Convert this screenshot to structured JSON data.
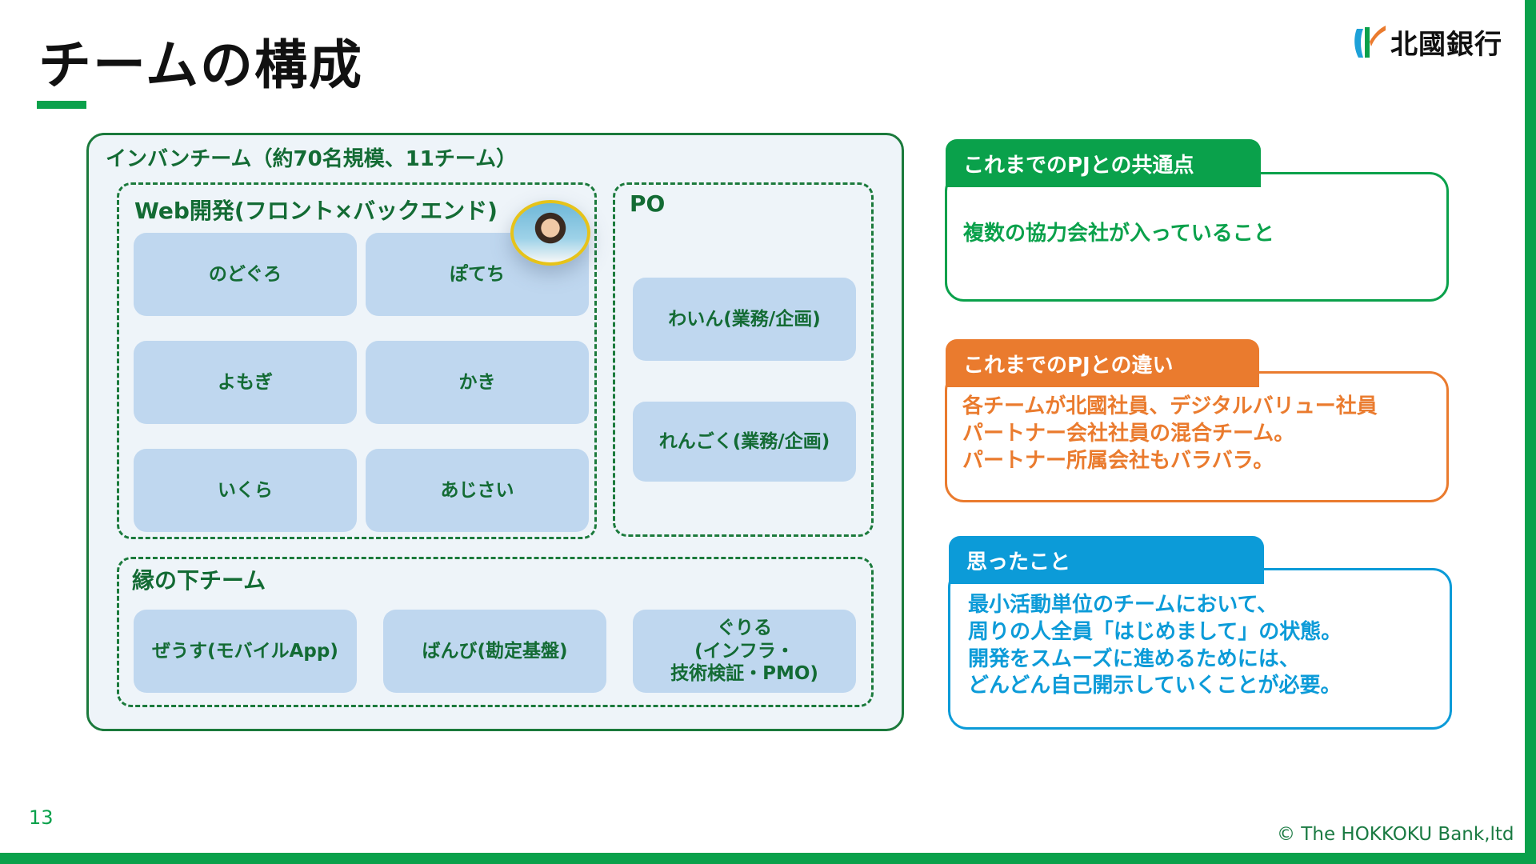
{
  "header": {
    "title": "チームの構成",
    "logo_text": "北國銀行",
    "logo_icon": "hokkoku-bank-logo-icon"
  },
  "team": {
    "title": "インバンチーム（約70名規模、11チーム）",
    "web": {
      "label": "Web開発(フロント×バックエンド)",
      "cards": [
        "のどぐろ",
        "ぽてち",
        "よもぎ",
        "かき",
        "いくら",
        "あじさい"
      ]
    },
    "po": {
      "label": "PO",
      "cards": [
        "わいん(業務/企画)",
        "れんごく(業務/企画)"
      ]
    },
    "engawa": {
      "label": "縁の下チーム",
      "cards": [
        "ぜうす(モバイルApp)",
        "ばんび(勘定基盤)",
        "ぐりる\n(インフラ・\n技術検証・PMO)"
      ]
    }
  },
  "info": {
    "common": {
      "tab": "これまでのPJとの共通点",
      "text": "複数の協力会社が入っていること"
    },
    "diff": {
      "tab": "これまでのPJとの違い",
      "text": "各チームが北國社員、デジタルバリュー社員\nパートナー会社社員の混合チーム。\nパートナー所属会社もバラバラ。"
    },
    "thoughts": {
      "tab": "思ったこと",
      "text": "最小活動単位のチームにおいて、\n周りの人全員「はじめまして」の状態。\n開発をスムーズに進めるためには、\nどんどん自己開示していくことが必要。"
    }
  },
  "footer": {
    "page_number": "13",
    "copyright": "© The HOKKOKU Bank,ltd"
  },
  "colors": {
    "brand_green": "#0aa14b",
    "accent_orange": "#ea7b2e",
    "accent_blue": "#0c9bd8",
    "card_blue": "#bfd7ef",
    "team_text_green": "#136b34"
  }
}
